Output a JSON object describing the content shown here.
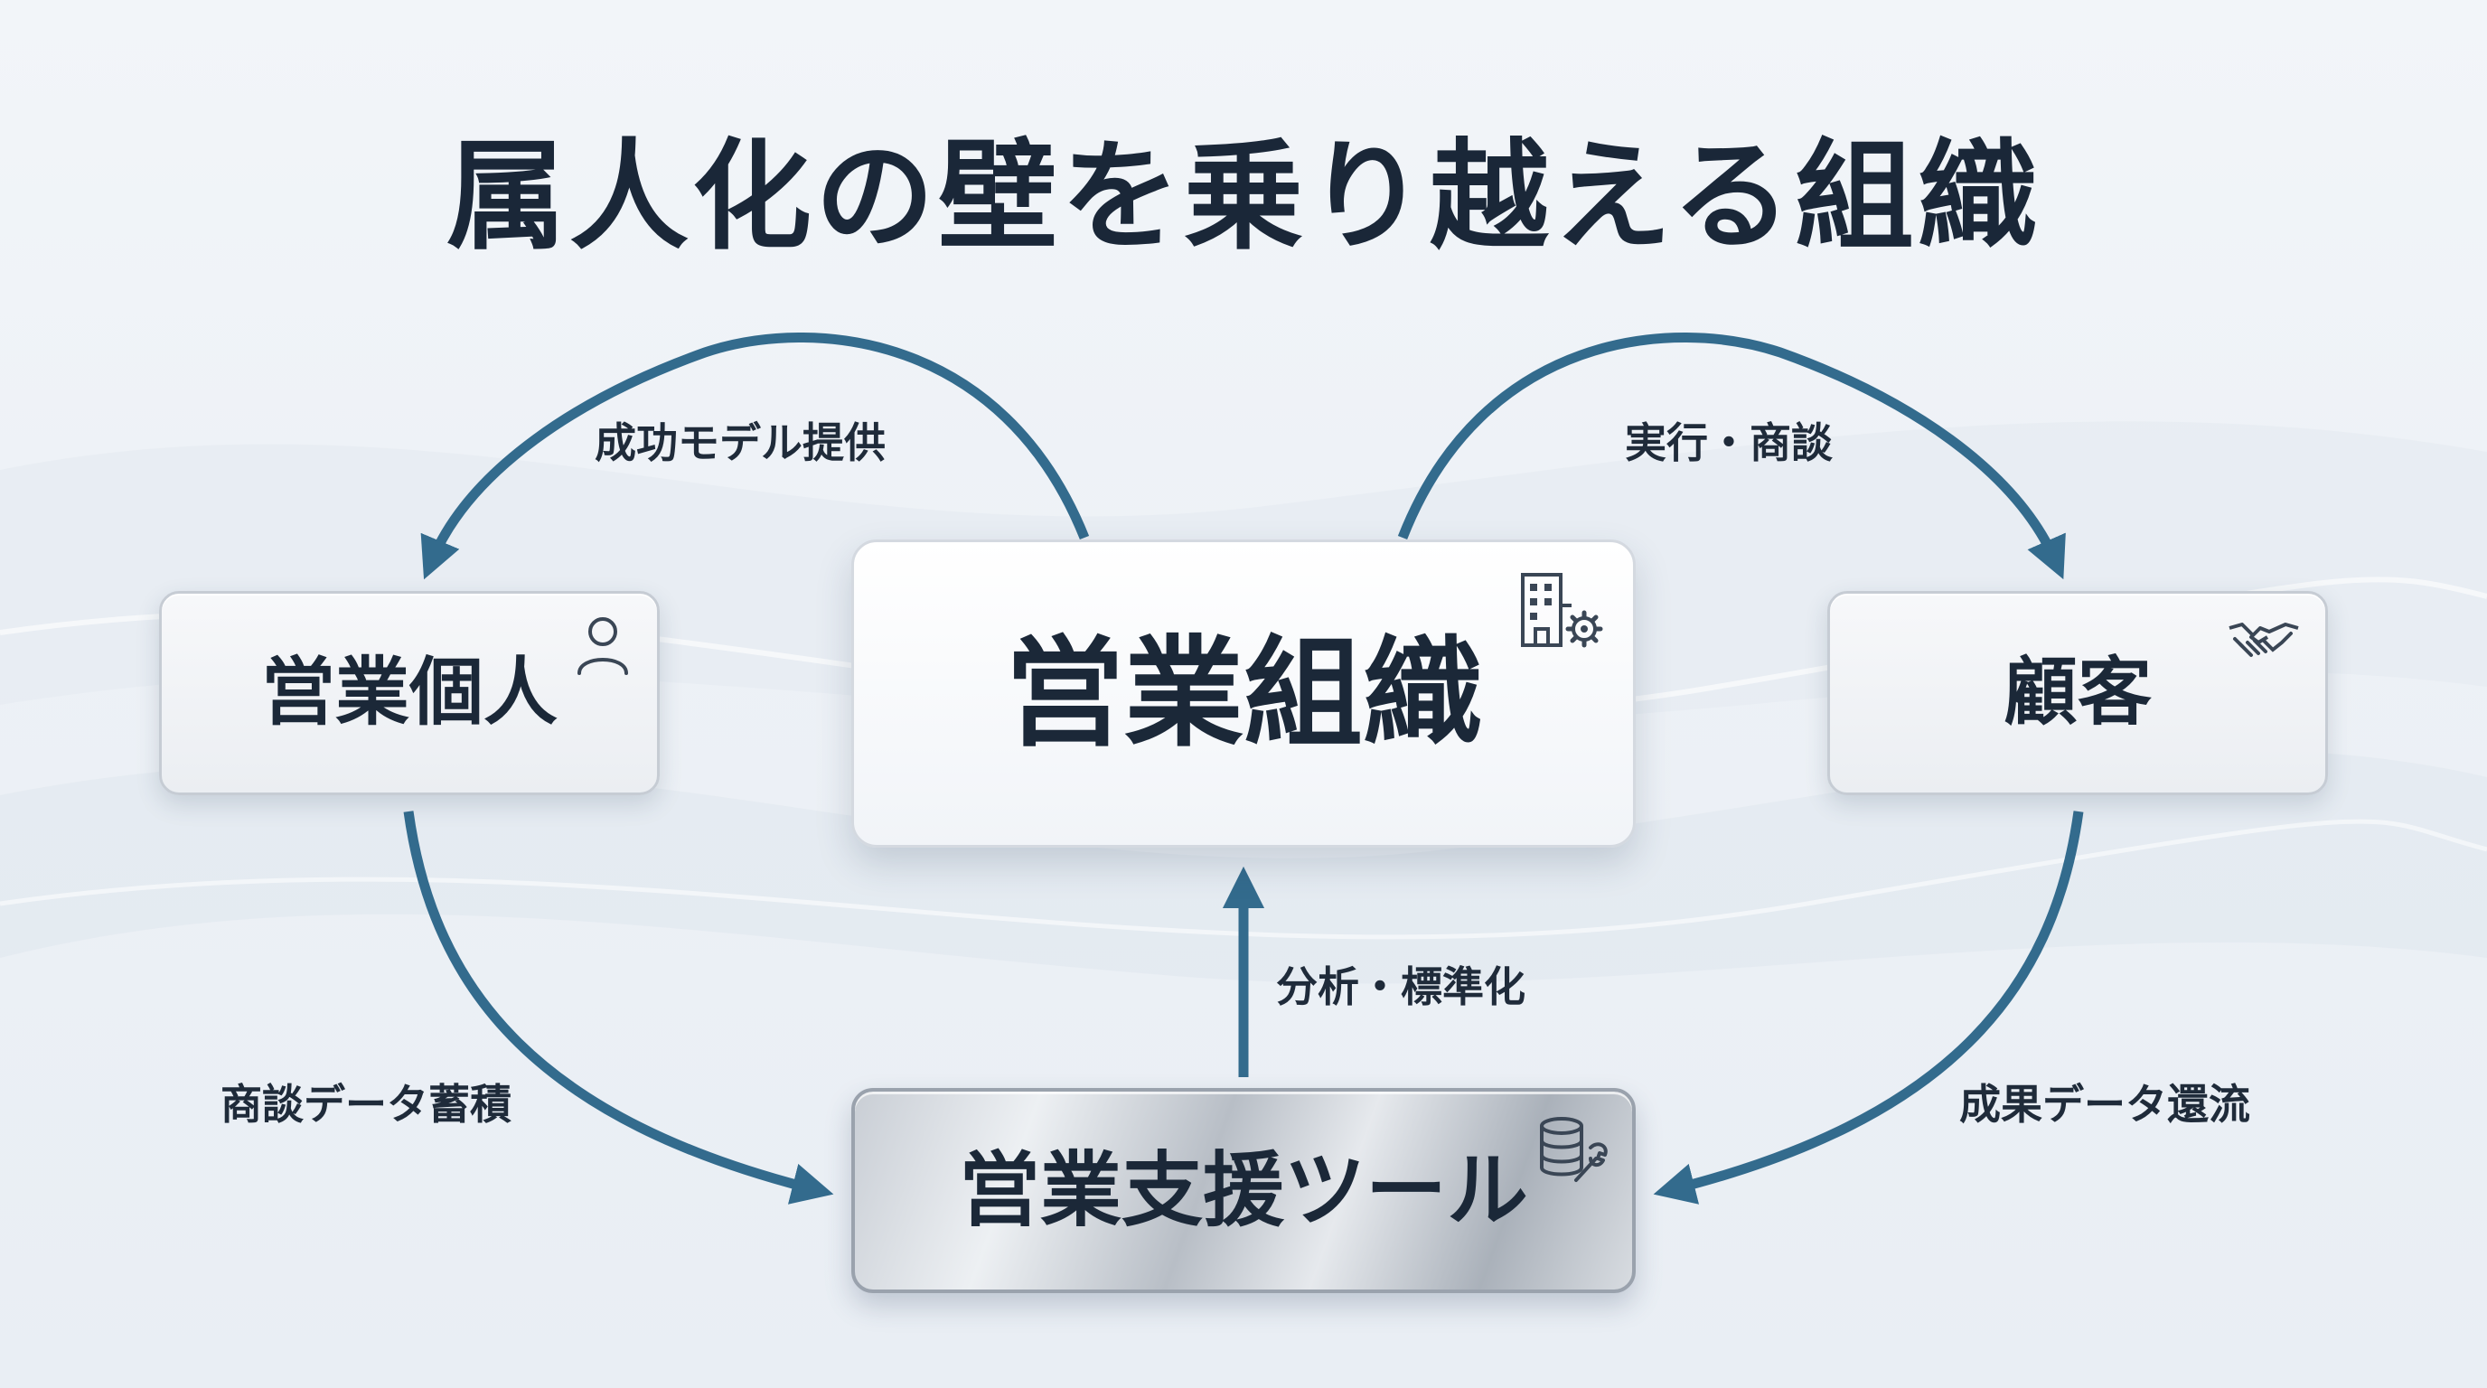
{
  "title": "属人化の壁を乗り越える組織",
  "nodes": {
    "individual": {
      "label": "営業個人",
      "icon": "person-icon"
    },
    "organization": {
      "label": "営業組織",
      "icon": "building-gear-icon"
    },
    "customer": {
      "label": "顧客",
      "icon": "handshake-icon"
    },
    "tool": {
      "label": "営業支援ツール",
      "icon": "database-wrench-icon"
    }
  },
  "flows": {
    "model": {
      "label": "成功モデル提供",
      "from": "営業組織",
      "to": "営業個人"
    },
    "execute": {
      "label": "実行・商談",
      "from": "営業組織",
      "to": "顧客"
    },
    "analyze": {
      "label": "分析・標準化",
      "from": "営業支援ツール",
      "to": "営業組織"
    },
    "accumulate": {
      "label": "商談データ蓄積",
      "from": "営業個人",
      "to": "営業支援ツール"
    },
    "return": {
      "label": "成果データ還流",
      "from": "顧客",
      "to": "営業支援ツール"
    }
  },
  "colors": {
    "arrow": "#336b8d",
    "title": "#1a2738",
    "text": "#1c2a3b",
    "icon": "#3a4655",
    "background": "#eef2f6"
  }
}
